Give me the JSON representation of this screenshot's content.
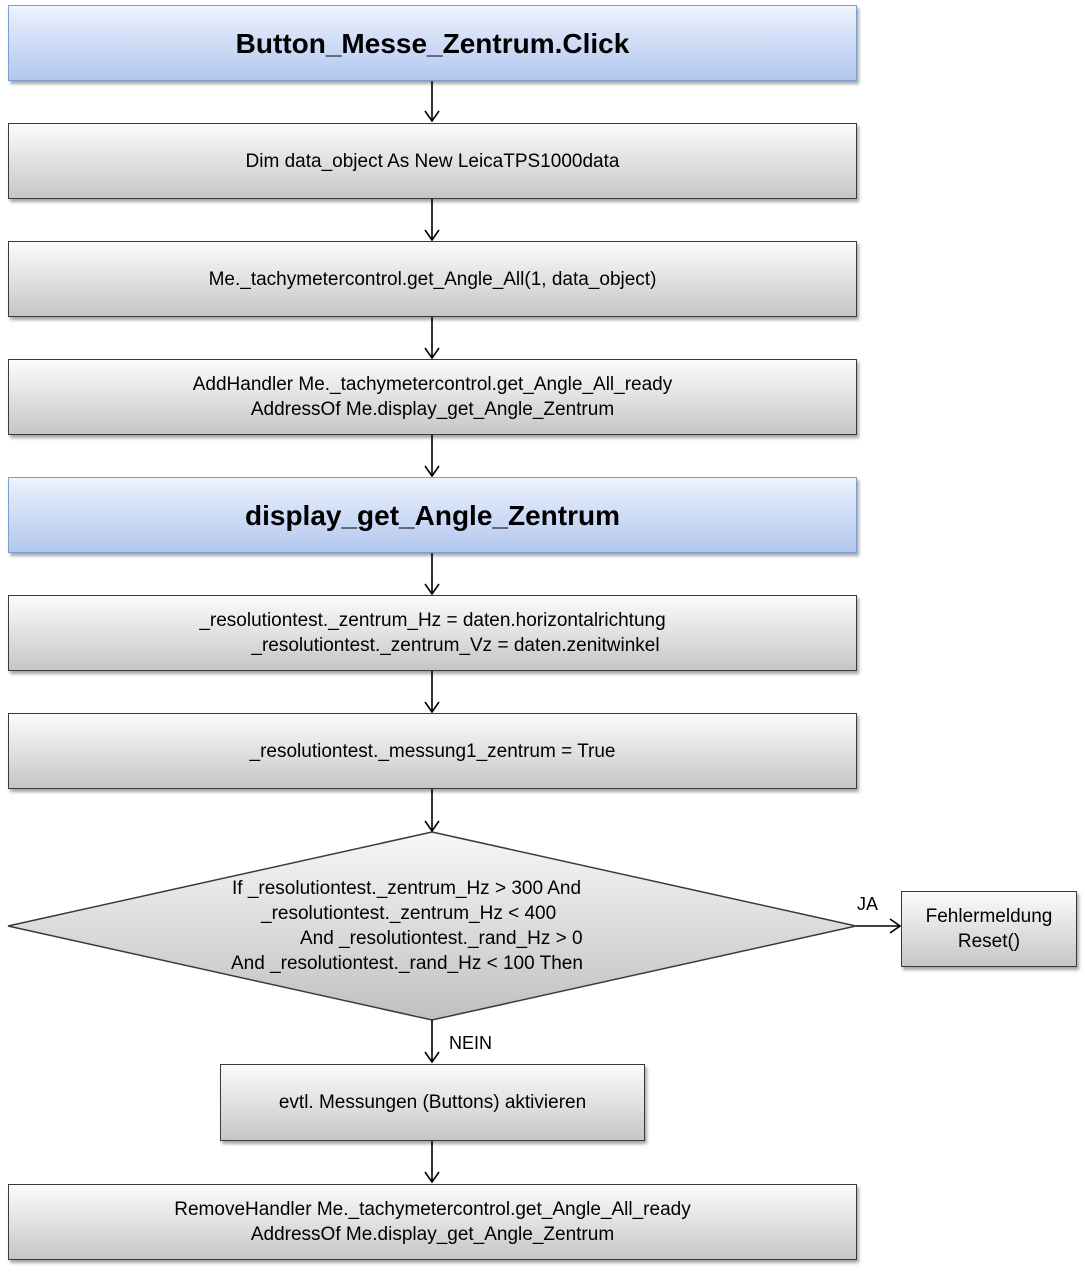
{
  "flow": {
    "event1": "Button_Messe_Zentrum.Click",
    "step1": "Dim data_object As New  LeicaTPS1000data",
    "step2": "Me._tachymetercontrol.get_Angle_All(1, data_object)",
    "step3_line1": "AddHandler  Me._tachymetercontrol.get_Angle_All_ready",
    "step3_line2": "AddressOf Me.display_get_Angle_Zentrum",
    "event2": "display_get_Angle_Zentrum",
    "step4_line1": "_resolutiontest._zentrum_Hz = daten.horizontalrichtung",
    "step4_line2": "_resolutiontest._zentrum_Vz = daten.zenitwinkel",
    "step5": "_resolutiontest._messung1_zentrum = True",
    "decision_line1": "If _resolutiontest._zentrum_Hz > 300 And",
    "decision_line2": "_resolutiontest._zentrum_Hz  < 400",
    "decision_line3": "And  _resolutiontest._rand_Hz > 0",
    "decision_line4": "And  _resolutiontest._rand_Hz < 100 Then",
    "yes_label": "JA",
    "no_label": "NEIN",
    "error_line1": "Fehlermeldung",
    "error_line2": "Reset()",
    "step6": "evtl. Messungen (Buttons) aktivieren",
    "step7_line1": "RemoveHandler Me._tachymetercontrol.get_Angle_All_ready",
    "step7_line2": "AddressOf Me.display_get_Angle_Zentrum"
  }
}
